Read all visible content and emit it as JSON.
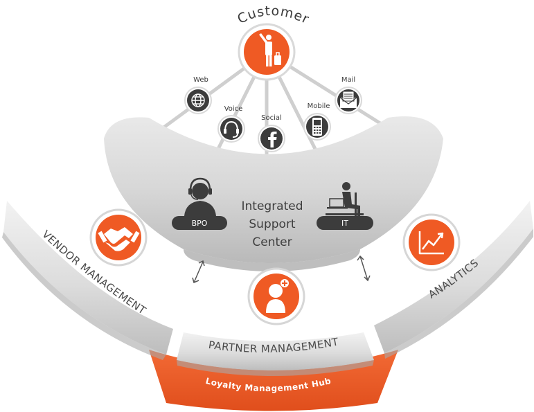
{
  "customer": {
    "label": "Customer",
    "icon": "traveler-icon"
  },
  "channels": [
    {
      "label": "Web",
      "icon": "globe-icon"
    },
    {
      "label": "Voice",
      "icon": "headset-icon"
    },
    {
      "label": "Social",
      "icon": "facebook-icon"
    },
    {
      "label": "Mobile",
      "icon": "mobile-phone-icon"
    },
    {
      "label": "Mail",
      "icon": "envelope-icon"
    }
  ],
  "support_center": {
    "line1": "Integrated",
    "line2": "Support",
    "line3": "Center"
  },
  "bpo": {
    "label": "BPO",
    "icon": "agent-headset-icon"
  },
  "it": {
    "label": "IT",
    "icon": "computer-user-icon"
  },
  "segments": {
    "vendor": "VENDOR MANAGEMENT",
    "partner": "PARTNER MANAGEMENT",
    "analytics": "ANALYTICS"
  },
  "segment_icons": {
    "vendor": "handshake-icon",
    "partner": "add-user-icon",
    "analytics": "trend-chart-icon"
  },
  "hub": {
    "label": "Loyalty Management Hub"
  },
  "colors": {
    "accent": "#ef5a24",
    "dark": "#3c3c3c",
    "ring": "#d6d6d6"
  }
}
